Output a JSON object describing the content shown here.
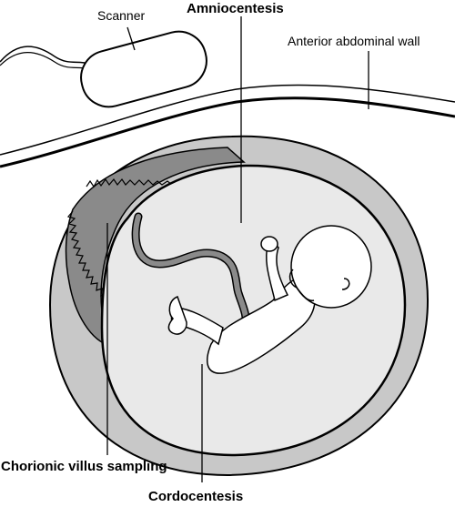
{
  "labels": {
    "scanner": "Scanner",
    "amniocentesis": "Amniocentesis",
    "abdominal_wall": "Anterior abdominal wall",
    "cvs": "Chorionic villus sampling",
    "cordocentesis": "Cordocentesis"
  },
  "colors": {
    "line": "#000000",
    "uterine_wall": "#c8c8c8",
    "placenta": "#8a8a8a",
    "amniotic_fluid": "#e9e9e9",
    "fetus": "#ffffff"
  }
}
